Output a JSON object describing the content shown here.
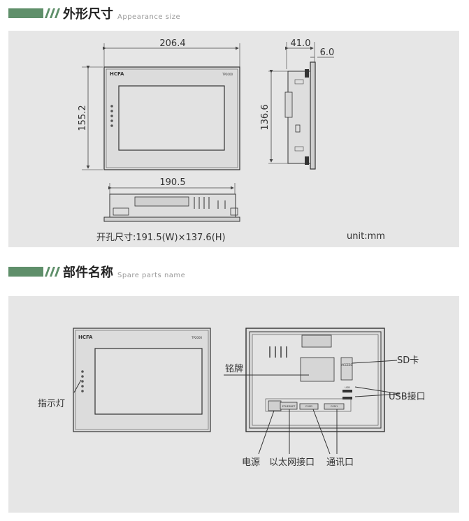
{
  "section1": {
    "title": "外形尺寸",
    "subtitle": "Appearance size",
    "dims": {
      "width": "206.4",
      "height": "155.2",
      "depth": "41.0",
      "bezel": "6.0",
      "side_height": "136.6",
      "bottom_width": "190.5"
    },
    "cutout": "开孔尺寸:191.5(W)×137.6(H)",
    "unit": "unit:mm"
  },
  "device": {
    "brand": "HCFA",
    "model": "TP2000"
  },
  "section2": {
    "title": "部件名称",
    "subtitle": "Spare parts name",
    "labels": {
      "indicator": "指示灯",
      "nameplate": "铭牌",
      "sd": "SD卡",
      "usb": "USB接口",
      "power": "电源",
      "ethernet": "以太网接口",
      "comm": "通讯口"
    },
    "port_labels": {
      "ethernet": "ETHERNET",
      "com1": "COM1",
      "com2": "COM2",
      "access": "ACCESS",
      "usb": "USB"
    }
  },
  "colors": {
    "accent": "#5f8f6a",
    "panel_bg": "#e6e6e6"
  }
}
